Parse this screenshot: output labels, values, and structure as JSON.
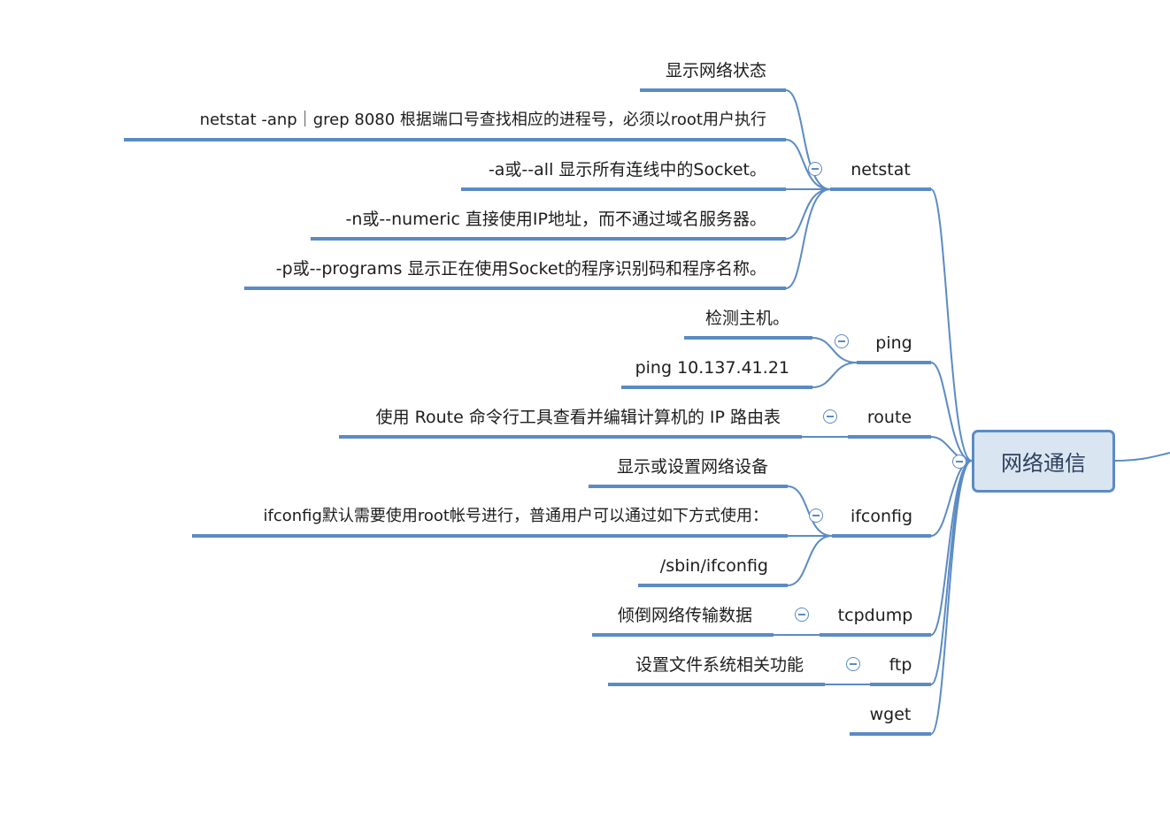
{
  "root": {
    "label": "网络通信"
  },
  "branches": {
    "netstat": {
      "label": "netstat",
      "children": [
        "显示网络状态",
        "netstat -anp｜grep 8080 根据端口号查找相应的进程号，必须以root用户执行",
        "-a或--all 显示所有连线中的Socket。",
        "-n或--numeric 直接使用IP地址，而不通过域名服务器。",
        "-p或--programs 显示正在使用Socket的程序识别码和程序名称。"
      ]
    },
    "ping": {
      "label": "ping",
      "children": [
        "检测主机。",
        "ping 10.137.41.21"
      ]
    },
    "route": {
      "label": "route",
      "children": [
        "使用 Route 命令行工具查看并编辑计算机的 IP 路由表"
      ]
    },
    "ifconfig": {
      "label": "ifconfig",
      "children": [
        "显示或设置网络设备",
        "ifconfig默认需要使用root帐号进行，普通用户可以通过如下方式使用：",
        "/sbin/ifconfig"
      ]
    },
    "tcpdump": {
      "label": "tcpdump",
      "children": [
        "倾倒网络传输数据"
      ]
    },
    "ftp": {
      "label": "ftp",
      "children": [
        "设置文件系统相关功能"
      ]
    },
    "wget": {
      "label": "wget",
      "children": []
    }
  },
  "colors": {
    "line": "#5b8bc4",
    "node_fill": "#dae5f2",
    "node_text": "#2d3f5c",
    "text": "#1d1d1d"
  }
}
